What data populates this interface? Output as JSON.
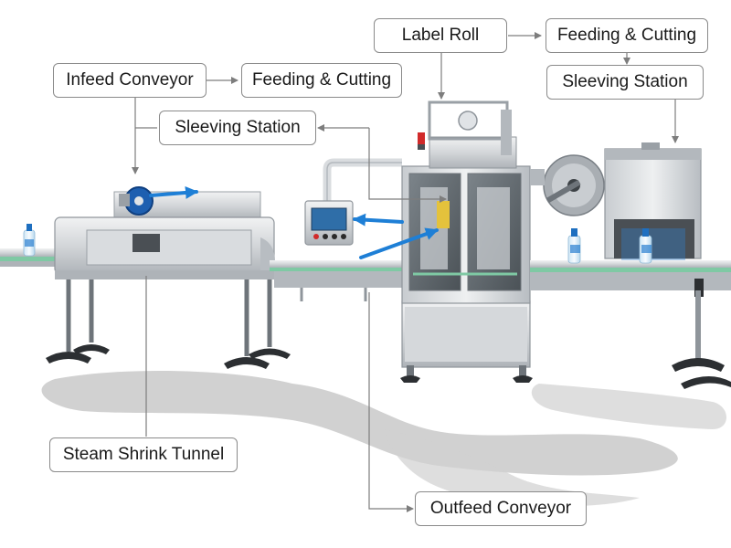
{
  "diagram": {
    "labels": {
      "label_roll": "Label Roll",
      "feeding_cutting_top": "Feeding & Cutting",
      "infeed_conveyor": "Infeed Conveyor",
      "feeding_cutting_mid": "Feeding & Cutting",
      "sleeving_station_right": "Sleeving Station",
      "sleeving_station_left": "Sleeving Station",
      "steam_shrink_tunnel": "Steam Shrink Tunnel",
      "outfeed_conveyor": "Outfeed Conveyor"
    },
    "colors": {
      "label_border": "#8a8a8a",
      "connector": "#7d7d7d",
      "callout_arrow": "#1e7fd6",
      "steel_light": "#e6e8ea",
      "steel_mid": "#c7cbcf",
      "steel_dark": "#8f959b",
      "conveyor_green": "#7fc9a4",
      "shadow": "#c9c9c9"
    }
  }
}
